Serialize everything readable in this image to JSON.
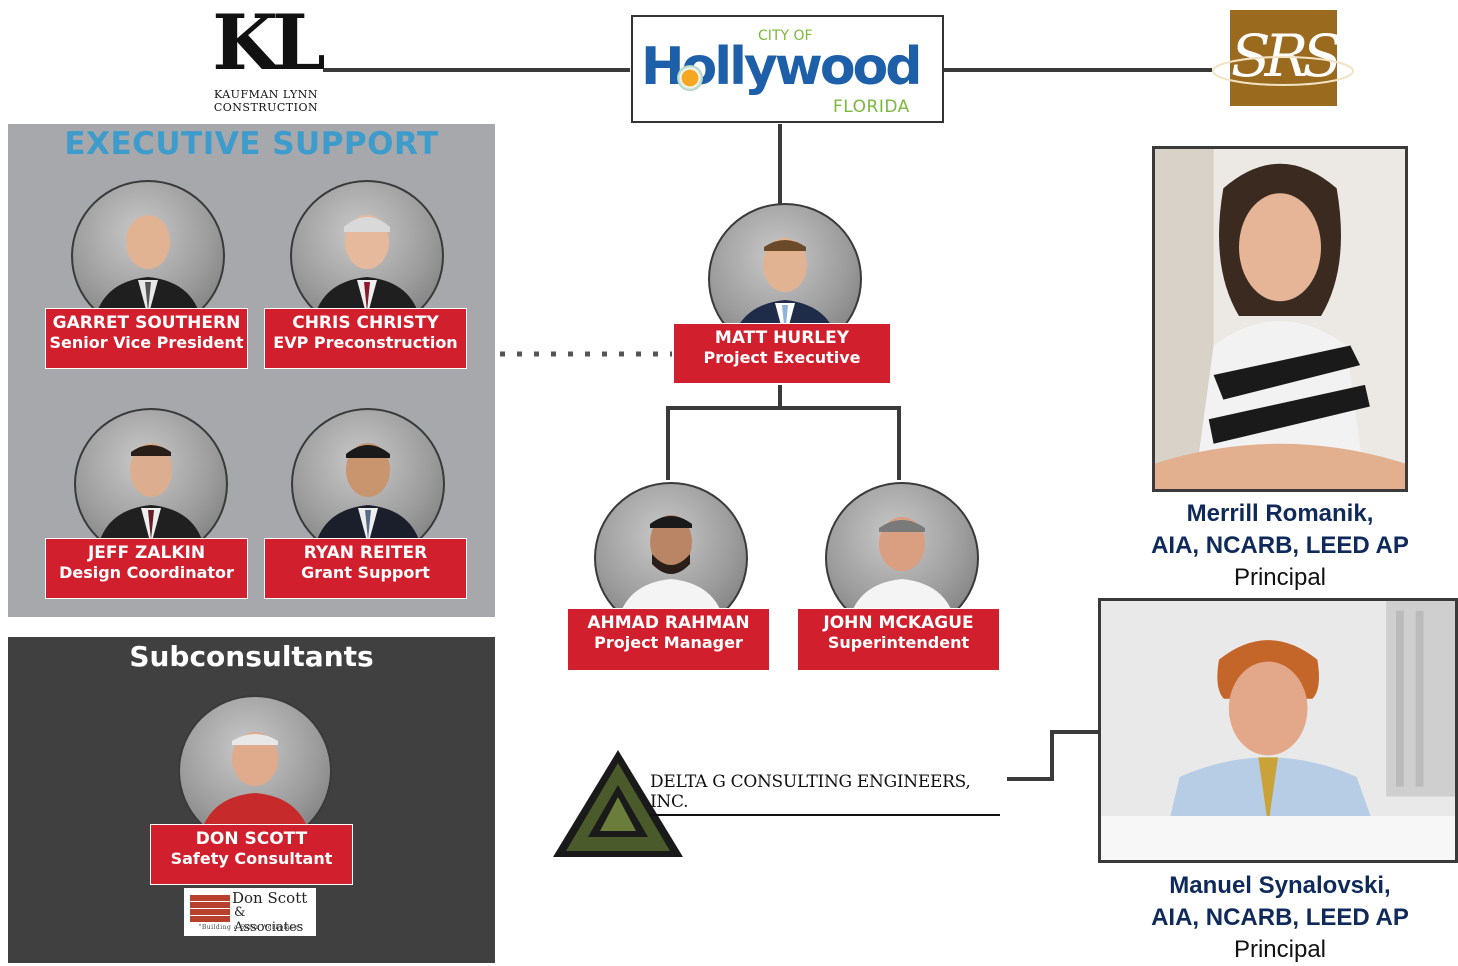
{
  "logos": {
    "kl": {
      "mark": "KL",
      "line1": "KAUFMAN LYNN",
      "line2": "CONSTRUCTION"
    },
    "hollywood": {
      "city_of": "CITY OF",
      "name": "Hollywood",
      "state": "FLORIDA"
    },
    "srs": {
      "mark": "SRS"
    },
    "delta_g": {
      "name": "DELTA G CONSULTING ENGINEERS, INC."
    },
    "don_scott": {
      "line1": "Don Scott",
      "line2": "& Associates",
      "tagline": "\"Building a Safer Workplace\""
    }
  },
  "sections": {
    "executive_support": "EXECUTIVE SUPPORT",
    "subconsultants": "Subconsultants"
  },
  "people": {
    "garret": {
      "name": "GARRET SOUTHERN",
      "role": "Senior Vice President"
    },
    "chris": {
      "name": "CHRIS CHRISTY",
      "role": "EVP Preconstruction"
    },
    "jeff": {
      "name": "JEFF ZALKIN",
      "role": "Design Coordinator"
    },
    "ryan": {
      "name": "RYAN REITER",
      "role": "Grant Support"
    },
    "matt": {
      "name": "MATT HURLEY",
      "role": "Project Executive"
    },
    "ahmad": {
      "name": "AHMAD RAHMAN",
      "role": "Project Manager"
    },
    "john": {
      "name": "JOHN MCKAGUE",
      "role": "Superintendent"
    },
    "don": {
      "name": "DON SCOTT",
      "role": "Safety Consultant"
    },
    "merrill": {
      "name": "Merrill Romanik,",
      "credentials": "AIA, NCARB, LEED AP",
      "title": "Principal"
    },
    "manuel": {
      "name": "Manuel Synalovski,",
      "credentials": "AIA, NCARB, LEED AP",
      "title": "Principal"
    }
  },
  "colors": {
    "nameplate_red": "#d21f2d",
    "exec_panel": "#a6a8ac",
    "sub_panel": "#404040",
    "exec_title": "#3e9ccd",
    "srs_brown": "#9a6a1e",
    "caption_navy": "#0f2a5a"
  }
}
